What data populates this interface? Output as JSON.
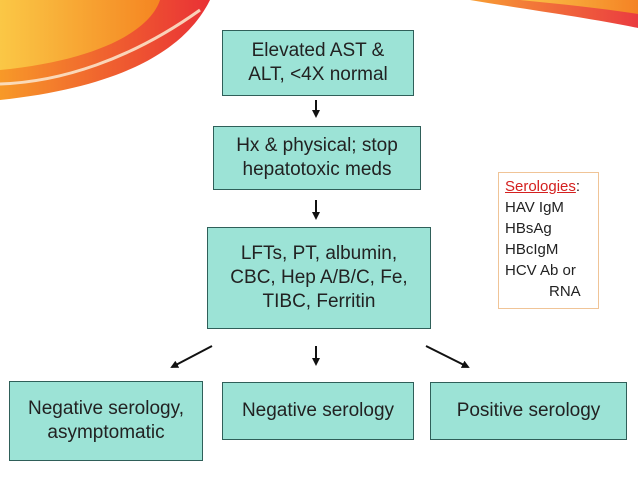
{
  "flowchart": {
    "nodes": [
      {
        "id": "elevated",
        "text": "Elevated AST &\nALT, <4X normal"
      },
      {
        "id": "history",
        "text": "Hx & physical; stop\nhepatotoxic meds"
      },
      {
        "id": "labs",
        "text": "LFTs, PT, albumin,\nCBC, Hep A/B/C, Fe,\nTIBC, Ferritin"
      },
      {
        "id": "neg-asym",
        "text": "Negative serology,\nasymptomatic"
      },
      {
        "id": "neg",
        "text": "Negative serology"
      },
      {
        "id": "pos",
        "text": "Positive serology"
      }
    ],
    "edges": [
      {
        "from": "elevated",
        "to": "history"
      },
      {
        "from": "history",
        "to": "labs"
      },
      {
        "from": "labs",
        "to": "neg-asym"
      },
      {
        "from": "labs",
        "to": "neg"
      },
      {
        "from": "labs",
        "to": "pos"
      }
    ]
  },
  "serologies": {
    "heading": "Serologies",
    "colon": ":",
    "items": [
      "HAV IgM",
      "HBsAg",
      "HBcIgM",
      "HCV Ab or",
      "RNA"
    ]
  },
  "colors": {
    "node_fill": "#9ce3d6",
    "node_border": "#2f5f59",
    "heading_red": "#d4201f",
    "callout_border": "#f0c497"
  }
}
